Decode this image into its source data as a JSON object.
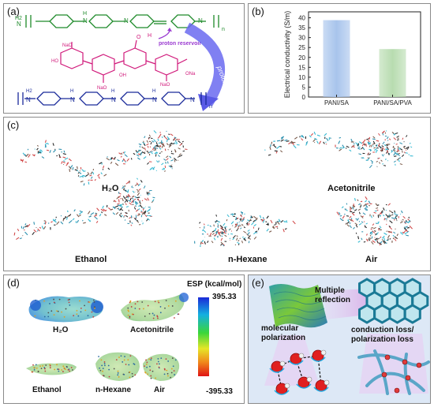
{
  "panels": {
    "a": {
      "label": "(a)",
      "proton_reservoir": "proton reservoir",
      "protonation": "protonation",
      "polymer_subscript": "n",
      "atoms": {
        "h": "H",
        "n": "N",
        "h2": "H2",
        "o": "O",
        "oh": "OH",
        "ho": "HO",
        "ona": "ONa",
        "nao": "NaO",
        "ho_long": "HO",
        "h_plus": "+",
        "h_minus": "−"
      }
    },
    "b": {
      "label": "(b)",
      "chart_data": {
        "type": "bar",
        "categories": [
          "PANI/SA",
          "PANI/SA/PVA"
        ],
        "values": [
          38.8,
          24.2
        ],
        "ylabel": "Electrical conductivity (S/m)",
        "ylim": [
          0,
          43
        ],
        "yticks": [
          "0",
          "5",
          "10",
          "15",
          "20",
          "25",
          "30",
          "35",
          "40"
        ],
        "colors": [
          "#a8c4ec",
          "#b8dcb0"
        ]
      }
    },
    "c": {
      "label": "(c)",
      "solvents": [
        "H₂O",
        "Acetonitrile",
        "Ethanol",
        "n-Hexane",
        "Air"
      ]
    },
    "d": {
      "label": "(d)",
      "esp_title": "ESP (kcal/mol)",
      "esp_max": "395.33",
      "esp_min": "-395.33",
      "solvents": [
        "H₂O",
        "Acetonitrile",
        "Ethanol",
        "n-Hexane",
        "Air"
      ]
    },
    "e": {
      "label": "(e)",
      "multiple_reflection_1": "Multiple",
      "multiple_reflection_2": "reflection",
      "molecular_polarization_1": "molecular",
      "molecular_polarization_2": "polarization",
      "conduction_loss_1": "conduction loss/",
      "conduction_loss_2": "polarization loss"
    }
  },
  "colors": {
    "green_chain": "#1e8a2a",
    "blue_chain": "#1a2a9a",
    "sa_magenta": "#d0187a",
    "arrow_blue": "#5a5ae6",
    "proton_purple": "#9a3ad0",
    "panel_e_bg": "#dde8f6",
    "cyan_mol": "#4fc3d9"
  }
}
